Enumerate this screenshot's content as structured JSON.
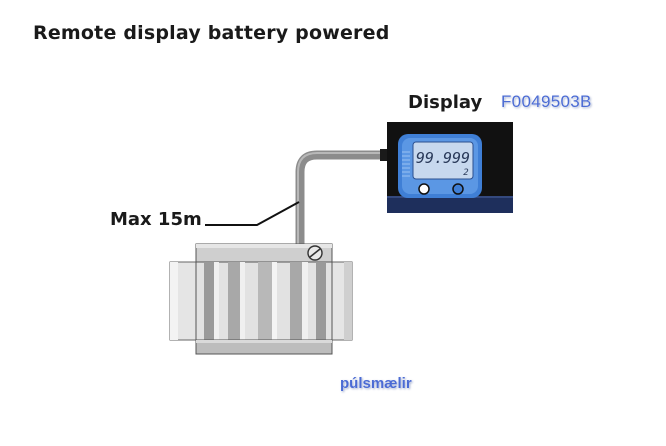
{
  "title": "Remote display battery powered",
  "display": {
    "label": "Display",
    "part_code": "F0049503B",
    "reading": "99.999",
    "sub_reading": "2"
  },
  "cable": {
    "label": "Max 15m"
  },
  "meter": {
    "label": "púlsmælir"
  },
  "colors": {
    "cable": "#8c8c8c",
    "display_body": "#111111",
    "display_base": "#1e2f5c",
    "screen": "#c7d8ee",
    "bezel": "#3f7fd6",
    "annotation": "#4b6bd4"
  }
}
